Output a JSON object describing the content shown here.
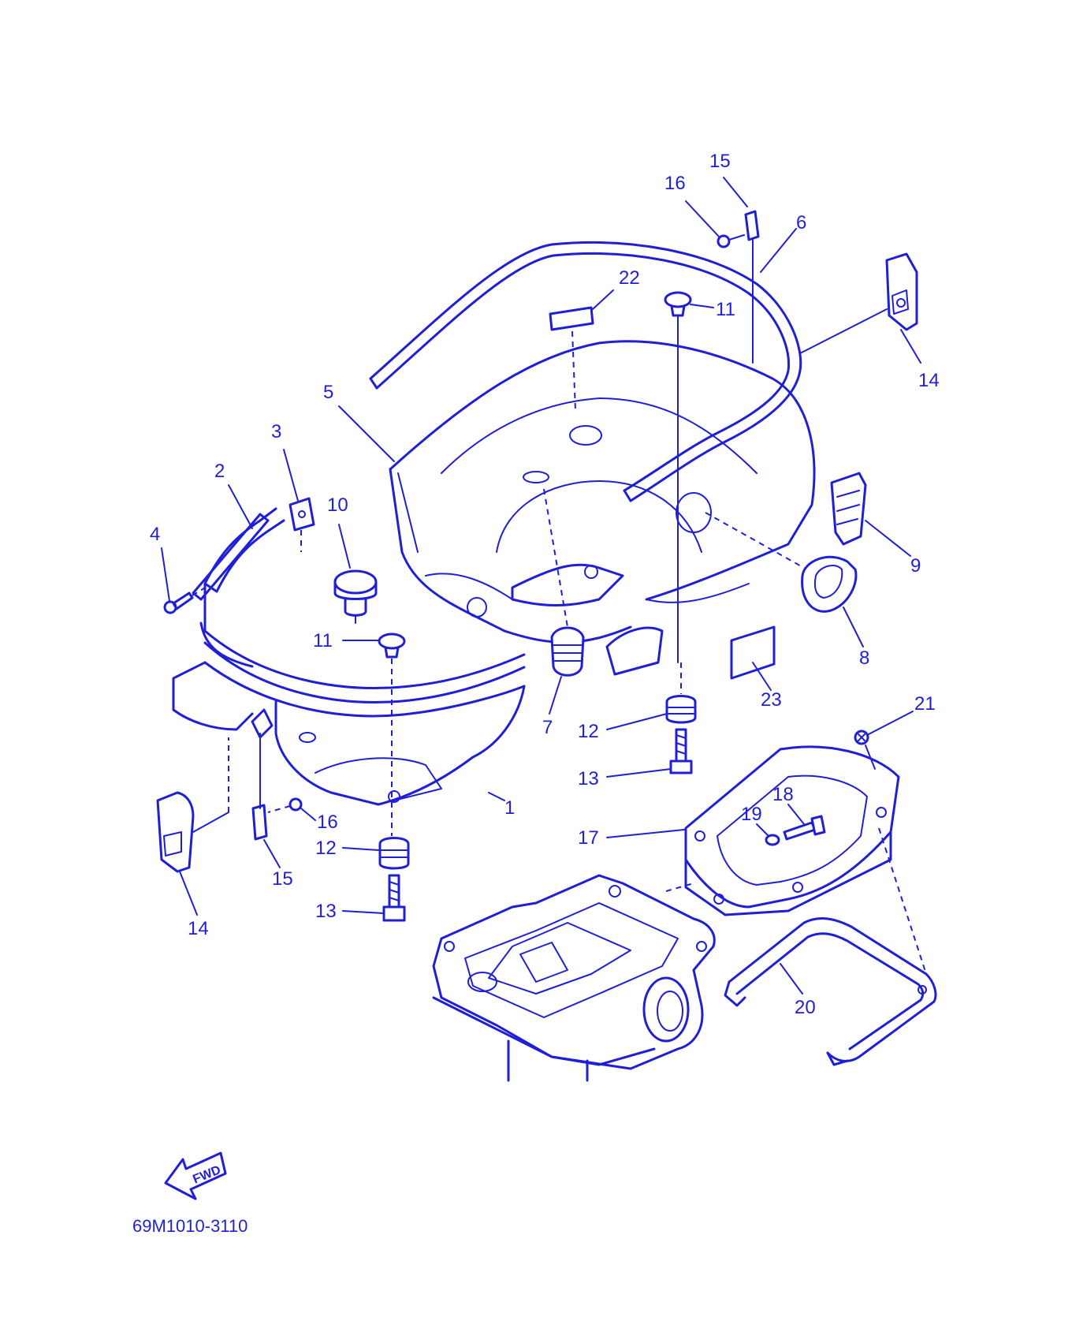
{
  "diagram": {
    "line_color": "#1f1fd6",
    "background": "#ffffff",
    "part_code": "69M1010-3110",
    "direction_arrow_label": "FWD",
    "callouts": {
      "c1": "1",
      "c2": "2",
      "c3": "3",
      "c4": "4",
      "c5": "5",
      "c6": "6",
      "c7": "7",
      "c8": "8",
      "c9": "9",
      "c10": "10",
      "c11a": "11",
      "c11b": "11",
      "c12a": "12",
      "c12b": "12",
      "c13a": "13",
      "c13b": "13",
      "c14a": "14",
      "c14b": "14",
      "c15a": "15",
      "c15b": "15",
      "c16a": "16",
      "c16b": "16",
      "c17": "17",
      "c18": "18",
      "c19": "19",
      "c20": "20",
      "c21": "21",
      "c22": "22",
      "c23": "23"
    }
  }
}
